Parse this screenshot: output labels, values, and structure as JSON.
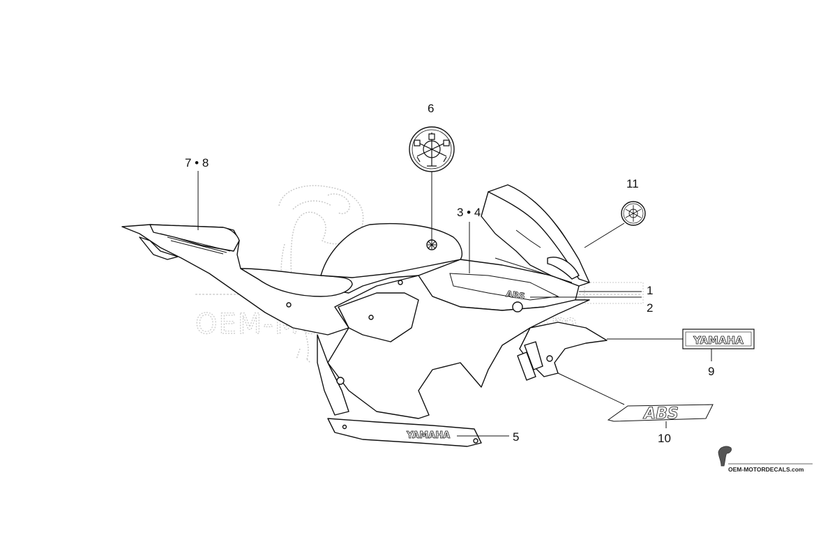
{
  "watermark": {
    "main": "OEM-MOTORDECALS.com",
    "corner": "OEM-MOTORDECALS.com"
  },
  "callouts": {
    "c1": "1",
    "c2": "2",
    "c34": "3 • 4",
    "c5": "5",
    "c6": "6",
    "c78": "7 • 8",
    "c9": "9",
    "c10": "10",
    "c11": "11"
  },
  "decals": {
    "yamaha_emblem_label": "YAMAHA",
    "abs_label": "ABS",
    "lower_cowl_yamaha": "YAMAHA",
    "side_cowl_abs": "ABS"
  },
  "icons": [
    "yamaha-tuning-fork-emblem-icon",
    "parrot-watermark-icon"
  ]
}
